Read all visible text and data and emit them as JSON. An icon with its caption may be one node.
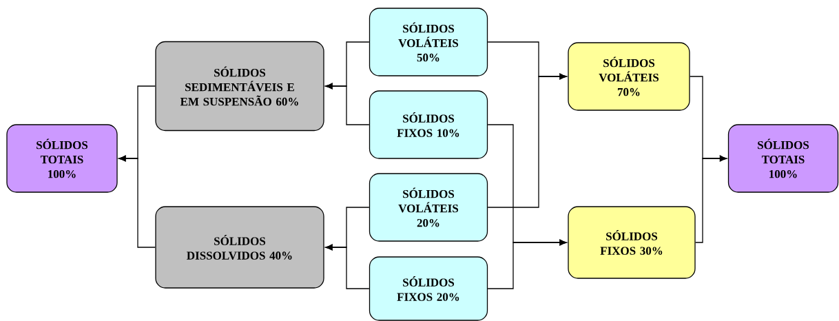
{
  "diagram": {
    "nodes": [
      {
        "text": [
          "SÓLIDOS TOTAIS 100%"
        ]
      },
      {
        "text": [
          "SÓLIDOS SEDIMENTÁVEIS E EM SUSPENSÃO 60%"
        ]
      },
      {
        "text": [
          "SÓLIDOS DISSOLVIDOS 40%"
        ]
      },
      {
        "text": [
          "SÓLIDOS VOLÁTEIS 50%"
        ]
      },
      {
        "text": [
          "SÓLIDOS FIXOS 10%"
        ]
      },
      {
        "text": [
          "SÓLIDOS VOLÁTEIS 20%"
        ]
      },
      {
        "text": [
          "SÓLIDOS FIXOS 20%"
        ]
      },
      {
        "text": [
          "SÓLIDOS VOLÁTEIS 70%"
        ]
      },
      {
        "text": [
          "SÓLIDOS FIXOS 30%"
        ]
      },
      {
        "text": [
          "SÓLIDOS TOTAIS 100%"
        ]
      }
    ],
    "edges": [
      {
        "from": 1,
        "to": 0,
        "arrow": "to"
      },
      {
        "from": 2,
        "to": 0,
        "arrow": "to"
      },
      {
        "from": 3,
        "to": 1,
        "arrow": "to"
      },
      {
        "from": 4,
        "to": 1,
        "arrow": "to"
      },
      {
        "from": 5,
        "to": 2,
        "arrow": "to"
      },
      {
        "from": 6,
        "to": 2,
        "arrow": "to"
      },
      {
        "from": 3,
        "to": 7,
        "arrow": "to"
      },
      {
        "from": 5,
        "to": 7,
        "arrow": "to"
      },
      {
        "from": 4,
        "to": 8,
        "arrow": "to"
      },
      {
        "from": 6,
        "to": 8,
        "arrow": "to"
      },
      {
        "from": 7,
        "to": 9,
        "arrow": "to"
      },
      {
        "from": 8,
        "to": 9,
        "arrow": "to"
      }
    ]
  }
}
